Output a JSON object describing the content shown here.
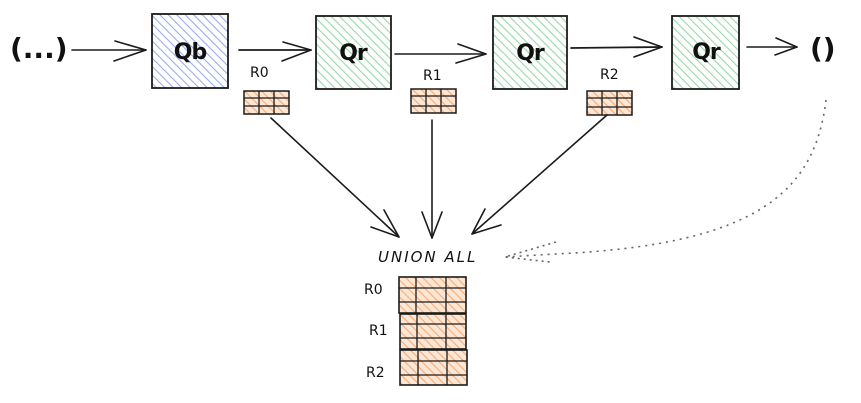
{
  "diagram": {
    "input_label": "(...)",
    "output_label": "()",
    "colors": {
      "base_fill": "#a5b4f0",
      "recursive_fill": "#9fdcae",
      "result_fill": "#f6b98a",
      "ink": "#1b1b1b",
      "dashed": "#666666"
    },
    "nodes": [
      {
        "id": "qb",
        "label": "Qb",
        "kind": "base"
      },
      {
        "id": "qr1",
        "label": "Qr",
        "kind": "recursive"
      },
      {
        "id": "qr2",
        "label": "Qr",
        "kind": "recursive"
      },
      {
        "id": "qr3",
        "label": "Qr",
        "kind": "recursive"
      }
    ],
    "results": [
      {
        "label": "R0"
      },
      {
        "label": "R1"
      },
      {
        "label": "R2"
      }
    ],
    "union_label": "UNION ALL",
    "stacked_results": [
      {
        "label": "R0"
      },
      {
        "label": "R1"
      },
      {
        "label": "R2"
      }
    ]
  }
}
